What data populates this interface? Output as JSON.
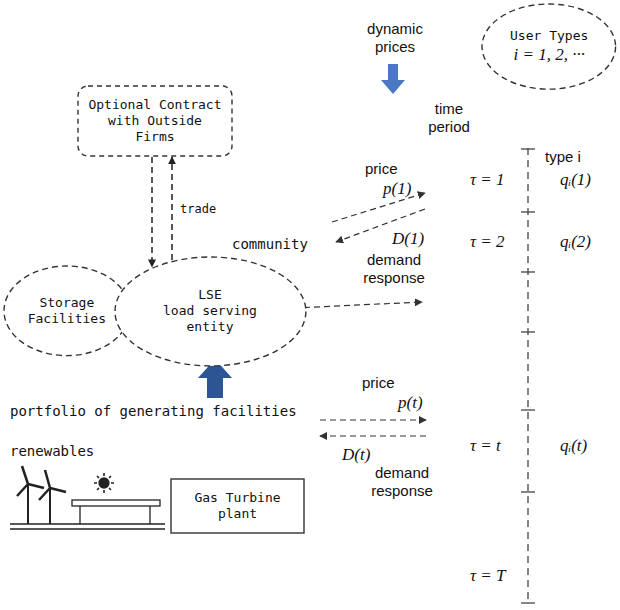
{
  "diagram": {
    "nodes": [
      {
        "text": [
          "Optional Contract with Outside Firms"
        ]
      },
      {
        "text": [
          "User Types",
          "i = 1, 2, ···"
        ]
      },
      {
        "text": [
          "Storage Facilities"
        ]
      },
      {
        "text": [
          "LSE",
          "load serving entity"
        ]
      },
      {
        "text": [
          "Gas Turbine plant"
        ]
      }
    ],
    "edges": [
      {
        "from": 0,
        "to": 3,
        "arrow": "to"
      },
      {
        "from": 3,
        "to": 0,
        "label": "trade",
        "arrow": "to"
      },
      {
        "from": 2,
        "to": 3,
        "arrow": "none"
      }
    ],
    "labels": [
      "dynamic prices",
      "time period",
      "type i",
      "price",
      "p(1)",
      "D(1)",
      "demand response",
      "τ = 1",
      "τ = 2",
      "qᵢ(1)",
      "qᵢ(2)",
      "community",
      "price",
      "p(t)",
      "τ = t",
      "qᵢ(t)",
      "D(t)",
      "demand response",
      "τ = T",
      "portfolio of generating facilities",
      "renewables"
    ]
  }
}
